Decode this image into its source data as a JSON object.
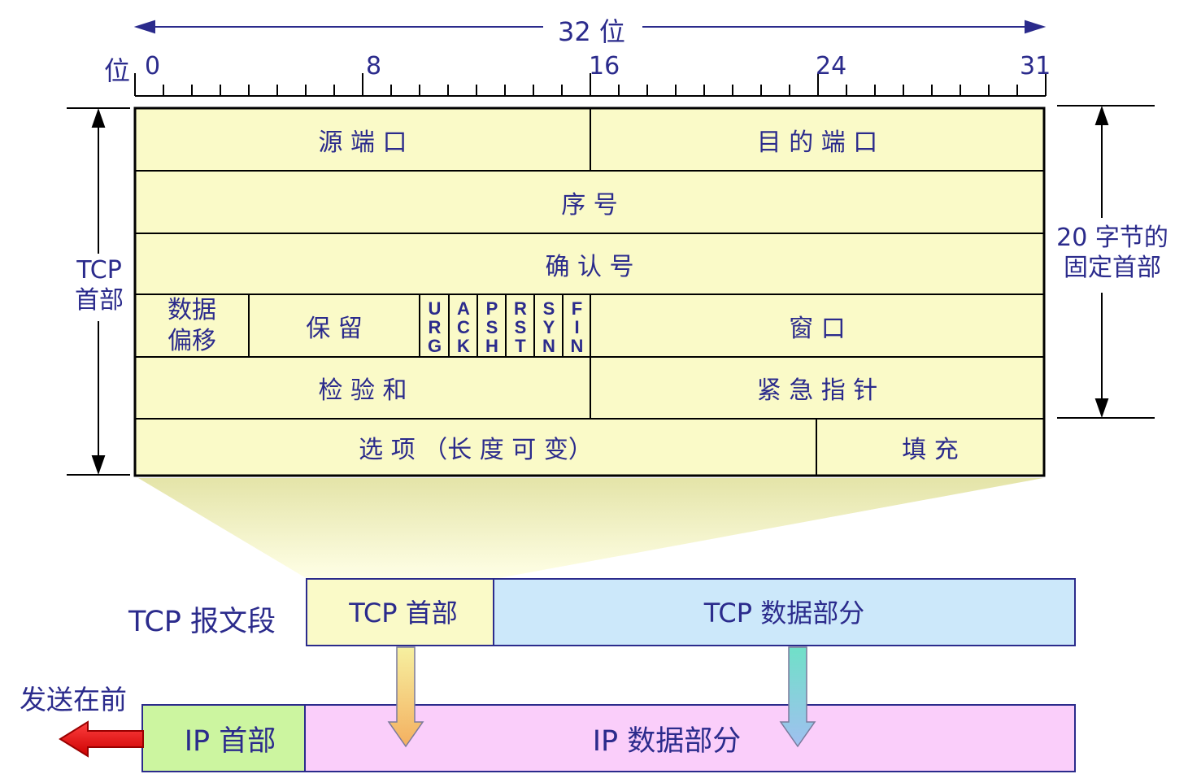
{
  "ruler": {
    "title": "32 位",
    "bit_label": "位",
    "ticks": [
      "0",
      "8",
      "16",
      "24",
      "31"
    ]
  },
  "header": {
    "row1": {
      "src_port": "源 端 口",
      "dst_port": "目 的 端 口"
    },
    "row2": {
      "seq": "序  号"
    },
    "row3": {
      "ack": "确  认  号"
    },
    "row4": {
      "offset_line1": "数据",
      "offset_line2": "偏移",
      "reserved": "保  留",
      "flags": [
        "URG",
        "ACK",
        "PSH",
        "RST",
        "SYN",
        "FIN"
      ],
      "window": "窗  口"
    },
    "row5": {
      "checksum": "检 验 和",
      "urgent": "紧 急 指 针"
    },
    "row6": {
      "options": "选  项 （长 度 可 变）",
      "padding": "填  充"
    }
  },
  "left_label": {
    "line1": "TCP",
    "line2": "首部"
  },
  "right_label": {
    "line1": "20 字节的",
    "line2": "固定首部"
  },
  "segment": {
    "label": "TCP 报文段",
    "header": "TCP 首部",
    "data": "TCP 数据部分"
  },
  "ip": {
    "send_first": "发送在前",
    "header": "IP 首部",
    "data": "IP 数据部分"
  },
  "colors": {
    "text": "#2b2b8c",
    "header_fill": "#fafac8",
    "tcp_data_fill": "#cce8fa",
    "ip_header_fill": "#ccf5a0",
    "ip_data_fill": "#facefa",
    "send_arrow": "#ee0000"
  }
}
